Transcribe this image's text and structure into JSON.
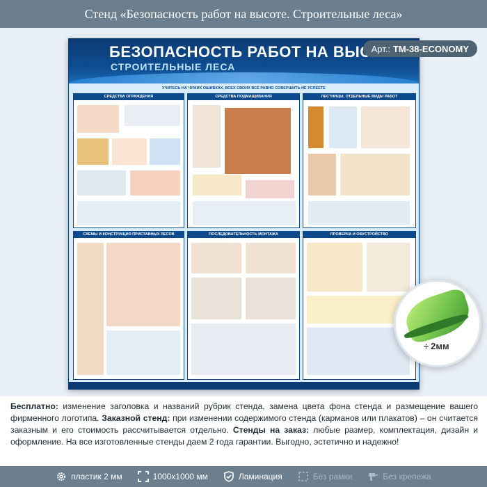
{
  "page": {
    "title": "Стенд «Безопасность работ на высоте. Строительные леса»"
  },
  "board": {
    "title": "БЕЗОПАСНОСТЬ РАБОТ НА ВЫСОТЕ",
    "subtitle": "СТРОИТЕЛЬНЫЕ ЛЕСА",
    "motto": "УЧИТЕСЬ НА ЧУЖИХ ОШИБКАХ, ВСЕХ СВОИХ ВСЁ РАВНО СОВЕРШИТЬ НЕ УСПЕЕТЕ",
    "sections": [
      {
        "title": "СРЕДСТВА ОГРАЖДЕНИЯ"
      },
      {
        "title": "СРЕДСТВА ПОДМАЩИВАНИЯ"
      },
      {
        "title": "ЛЕСТНИЦЫ, ОТДЕЛЬНЫЕ ВИДЫ РАБОТ"
      },
      {
        "title": "СХЕМЫ И КОНСТРУКЦИЯ ПРИСТАВНЫХ ЛЕСОВ"
      },
      {
        "title": "ПОСЛЕДОВАТЕЛЬНОСТЬ МОНТАЖА"
      },
      {
        "title": "ПРОВЕРКА И ОБУСТРОЙСТВО"
      }
    ]
  },
  "article": {
    "prefix": "Арт.:",
    "code": "ТМ-38-ECONOMY"
  },
  "sample": {
    "thickness": "2мм",
    "thickness_icon": "thickness-arrows-icon"
  },
  "description": {
    "free_label": "Бесплатно:",
    "free_text": " изменение заголовка и названий рубрик стенда, замена цвета фона стенда и размещение вашего фирменного логотипа. ",
    "custom_label": "Заказной стенд:",
    "custom_text": " при изменении содержимого стенда (карманов или плакатов) – он считается заказным и его стоимость рассчитывается отдельно. ",
    "order_label": "Стенды на заказ:",
    "order_text": " любые размер, комплектация, дизайн и оформление. На все изготовленные стенды даем 2 года гарантии. Выгодно, эстетично и надежно!"
  },
  "features": [
    {
      "icon": "gear-icon",
      "label": "пластик 2 мм",
      "enabled": true
    },
    {
      "icon": "expand-icon",
      "label": "1000x1000 мм",
      "enabled": true
    },
    {
      "icon": "shield-check-icon",
      "label": "Ламинация",
      "enabled": true
    },
    {
      "icon": "frame-icon",
      "label": "Без рамки",
      "enabled": false
    },
    {
      "icon": "drill-icon",
      "label": "Без крепежа",
      "enabled": false
    }
  ],
  "colors": {
    "bar": "#6b7f8e",
    "board_blue": "#1e63a8",
    "panel_border": "#0d4a8c",
    "accent_green": "#6cc04a"
  }
}
